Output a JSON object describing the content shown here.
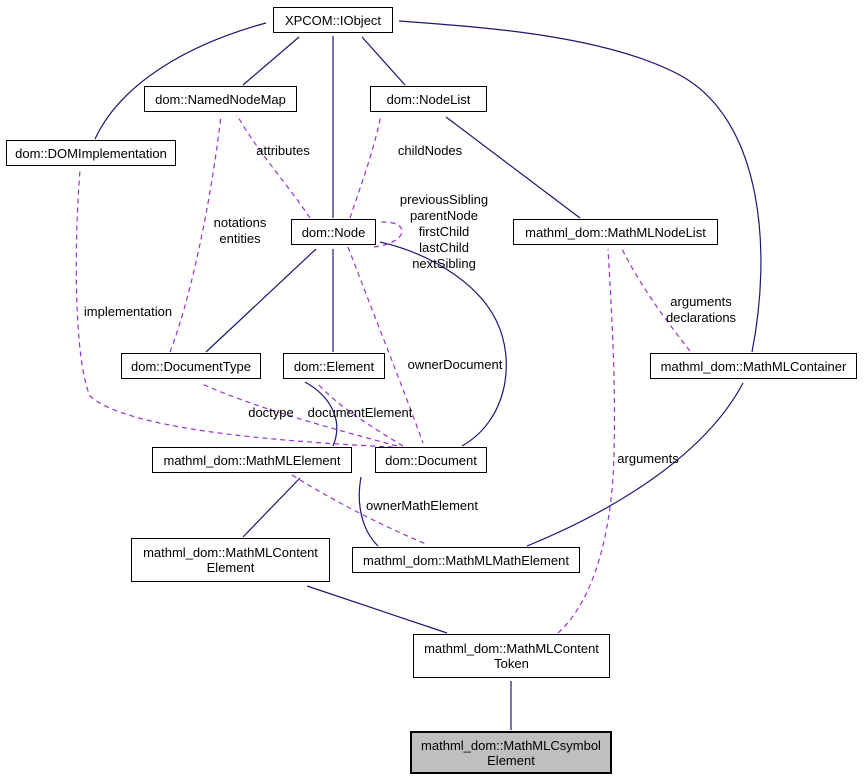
{
  "diagram": {
    "type": "collaboration-graph",
    "inheritance_color": "#191970",
    "usage_color": "#9a32cd",
    "node_fill": "#ffffff",
    "node_border": "#000000",
    "selected_fill": "#bfbfbf"
  },
  "nodes": [
    {
      "id": "iobject",
      "label": "XPCOM::IObject"
    },
    {
      "id": "namednodemap",
      "label": "dom::NamedNodeMap"
    },
    {
      "id": "nodelist",
      "label": "dom::NodeList"
    },
    {
      "id": "domimplementation",
      "label": "dom::DOMImplementation"
    },
    {
      "id": "node",
      "label": "dom::Node"
    },
    {
      "id": "mathmlnodelist",
      "label": "mathml_dom::MathMLNodeList"
    },
    {
      "id": "documenttype",
      "label": "dom::DocumentType"
    },
    {
      "id": "element",
      "label": "dom::Element"
    },
    {
      "id": "container",
      "label": "mathml_dom::MathMLContainer"
    },
    {
      "id": "mathmlelement",
      "label": "mathml_dom::MathMLElement"
    },
    {
      "id": "document",
      "label": "dom::Document"
    },
    {
      "id": "contentelement",
      "label": "mathml_dom::MathMLContent\nElement"
    },
    {
      "id": "mathelement",
      "label": "mathml_dom::MathMLMathElement"
    },
    {
      "id": "contenttoken",
      "label": "mathml_dom::MathMLContent\nToken"
    },
    {
      "id": "csymbol",
      "label": "mathml_dom::MathMLCsymbol\nElement"
    }
  ],
  "edge_labels": [
    {
      "id": "attributes",
      "text": "attributes"
    },
    {
      "id": "childnodes",
      "text": "childNodes"
    },
    {
      "id": "notations-entities",
      "text": "notations\nentities"
    },
    {
      "id": "node-self-refs",
      "text": "previousSibling\nparentNode\nfirstChild\nlastChild\nnextSibling"
    },
    {
      "id": "implementation",
      "text": "implementation"
    },
    {
      "id": "ownerdocument",
      "text": "ownerDocument"
    },
    {
      "id": "doctype",
      "text": "doctype"
    },
    {
      "id": "documentelement",
      "text": "documentElement"
    },
    {
      "id": "ownermathelement",
      "text": "ownerMathElement"
    },
    {
      "id": "arguments-declarations",
      "text": "arguments\ndeclarations"
    },
    {
      "id": "arguments",
      "text": "arguments"
    }
  ],
  "edges": [
    {
      "from": "dom::DOMImplementation",
      "to": "XPCOM::IObject",
      "kind": "inheritance"
    },
    {
      "from": "dom::NamedNodeMap",
      "to": "XPCOM::IObject",
      "kind": "inheritance"
    },
    {
      "from": "dom::Node",
      "to": "XPCOM::IObject",
      "kind": "inheritance"
    },
    {
      "from": "dom::NodeList",
      "to": "XPCOM::IObject",
      "kind": "inheritance"
    },
    {
      "from": "mathml_dom::MathMLContainer",
      "to": "XPCOM::IObject",
      "kind": "inheritance"
    },
    {
      "from": "mathml_dom::MathMLNodeList",
      "to": "dom::NodeList",
      "kind": "inheritance"
    },
    {
      "from": "dom::DocumentType",
      "to": "dom::Node",
      "kind": "inheritance"
    },
    {
      "from": "dom::Element",
      "to": "dom::Node",
      "kind": "inheritance"
    },
    {
      "from": "dom::Document",
      "to": "dom::Node",
      "kind": "inheritance"
    },
    {
      "from": "mathml_dom::MathMLElement",
      "to": "dom::Element",
      "kind": "inheritance"
    },
    {
      "from": "mathml_dom::MathMLContentElement",
      "to": "mathml_dom::MathMLElement",
      "kind": "inheritance"
    },
    {
      "from": "mathml_dom::MathMLMathElement",
      "to": "mathml_dom::MathMLElement",
      "kind": "inheritance"
    },
    {
      "from": "mathml_dom::MathMLMathElement",
      "to": "mathml_dom::MathMLContainer",
      "kind": "inheritance"
    },
    {
      "from": "mathml_dom::MathMLContentToken",
      "to": "mathml_dom::MathMLContentElement",
      "kind": "inheritance"
    },
    {
      "from": "mathml_dom::MathMLCsymbolElement",
      "to": "mathml_dom::MathMLContentToken",
      "kind": "inheritance"
    },
    {
      "from": "dom::DocumentType",
      "to": "dom::NamedNodeMap",
      "kind": "usage",
      "label": "notations entities"
    },
    {
      "from": "dom::Node",
      "to": "dom::NamedNodeMap",
      "kind": "usage",
      "label": "attributes"
    },
    {
      "from": "dom::Node",
      "to": "dom::NodeList",
      "kind": "usage",
      "label": "childNodes"
    },
    {
      "from": "dom::Node",
      "to": "dom::Node",
      "kind": "usage",
      "label": "previousSibling parentNode firstChild lastChild nextSibling"
    },
    {
      "from": "dom::Node",
      "to": "dom::Document",
      "kind": "usage",
      "label": "ownerDocument"
    },
    {
      "from": "dom::Document",
      "to": "dom::DocumentType",
      "kind": "usage",
      "label": "doctype"
    },
    {
      "from": "dom::Document",
      "to": "dom::Element",
      "kind": "usage",
      "label": "documentElement"
    },
    {
      "from": "dom::Document",
      "to": "dom::DOMImplementation",
      "kind": "usage",
      "label": "implementation"
    },
    {
      "from": "mathml_dom::MathMLElement",
      "to": "mathml_dom::MathMLMathElement",
      "kind": "usage",
      "label": "ownerMathElement"
    },
    {
      "from": "mathml_dom::MathMLContainer",
      "to": "mathml_dom::MathMLNodeList",
      "kind": "usage",
      "label": "arguments declarations"
    },
    {
      "from": "mathml_dom::MathMLContentToken",
      "to": "mathml_dom::MathMLNodeList",
      "kind": "usage",
      "label": "arguments"
    }
  ]
}
